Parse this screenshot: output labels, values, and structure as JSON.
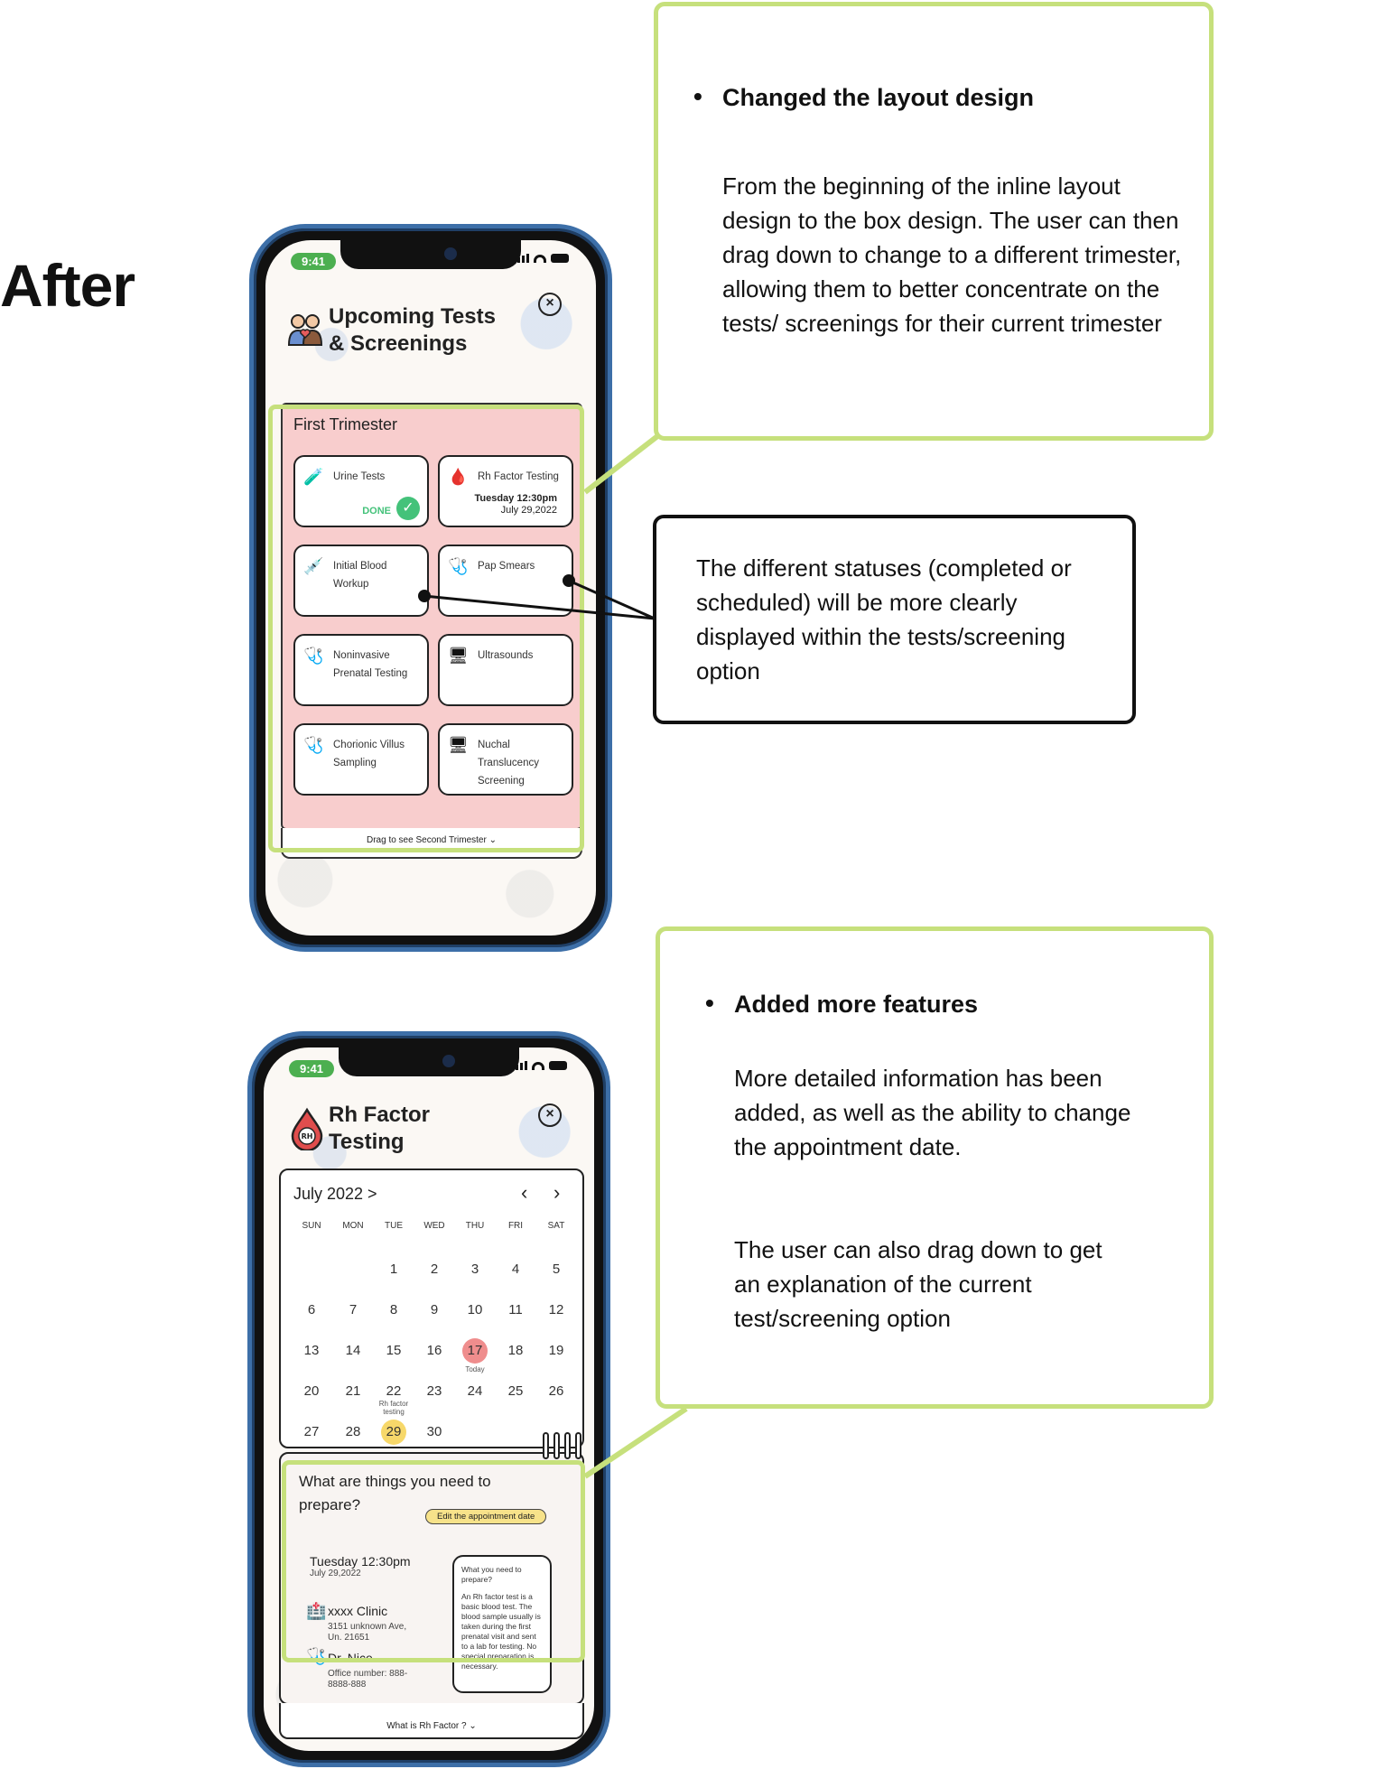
{
  "heading": "After",
  "status": {
    "time": "9:41"
  },
  "screen1": {
    "title_line1": "Upcoming Tests",
    "title_line2": "& Screenings",
    "trimester_title": "First Trimester",
    "tests": [
      {
        "label": "Urine Tests",
        "icon": "urine-cup-icon",
        "status": "DONE"
      },
      {
        "label": "Rh Factor Testing",
        "icon": "blood-drop-icon",
        "date_line1": "Tuesday 12:30pm",
        "date_line2": "July 29,2022"
      },
      {
        "label": "Initial Blood Workup",
        "icon": "syringe-icon"
      },
      {
        "label": "Pap Smears",
        "icon": "stethoscope-icon"
      },
      {
        "label": "Noninvasive Prenatal Testing",
        "icon": "stethoscope-icon"
      },
      {
        "label": "Ultrasounds",
        "icon": "ultrasound-icon"
      },
      {
        "label": "Chorionic Villus Sampling",
        "icon": "stethoscope-icon"
      },
      {
        "label": "Nuchal Translucency Screening",
        "icon": "ultrasound-icon"
      }
    ],
    "drag_hint": "Drag to see Second Trimester"
  },
  "screen2": {
    "title_line1": "Rh Factor",
    "title_line2": "Testing",
    "calendar": {
      "month_label": "July 2022 >",
      "days_of_week": [
        "SUN",
        "MON",
        "TUE",
        "WED",
        "THU",
        "FRI",
        "SAT"
      ],
      "weeks": [
        [
          "",
          "",
          "1",
          "2",
          "3",
          "4",
          "5"
        ],
        [
          "6",
          "7",
          "8",
          "9",
          "10",
          "11",
          "12"
        ],
        [
          "13",
          "14",
          "15",
          "16",
          "17",
          "18",
          "19"
        ],
        [
          "20",
          "21",
          "22",
          "23",
          "24",
          "25",
          "26"
        ],
        [
          "27",
          "28",
          "29",
          "30",
          "",
          "",
          ""
        ]
      ],
      "today": "17",
      "today_label": "Today",
      "selected": "29",
      "selected_label": "Rh factor testing"
    },
    "prepare_question": "What are things you need to prepare?",
    "edit_button": "Edit the appointment date",
    "appointment_time": "Tuesday 12:30pm",
    "appointment_date": "July 29,2022",
    "clinic_name": "xxxx Clinic",
    "clinic_address": "3151 unknown Ave, Un. 21651",
    "doctor_name": "Dr. Nice",
    "doctor_office": "Office number: 888-8888-888",
    "explain_title": "What you need to prepare?",
    "explain_body": "An Rh factor test is a basic blood test. The blood sample usually is taken during the first prenatal visit and sent to a lab for testing. No special preparation is necessary.",
    "drag_hint": "What is Rh Factor ?"
  },
  "callouts": {
    "layout_title": "Changed the layout design",
    "layout_body": "From the beginning of the inline layout design to the box design. The user can then drag down to change to a different trimester, allowing them to better concentrate on the tests/ screenings for their current trimester",
    "status_body": "The different statuses (completed or scheduled) will be more clearly displayed within the tests/screening option",
    "features_title": "Added more features",
    "features_body1": "More detailed information has been added, as well as the ability to change the appointment date.",
    "features_body2": "The user can also drag down to get an explanation of the current test/screening option"
  },
  "colors": {
    "highlight": "#c6e07c",
    "panel_pink": "#f8cdcd",
    "done_green": "#44c27a",
    "frame_blue": "#3d6fa8"
  }
}
